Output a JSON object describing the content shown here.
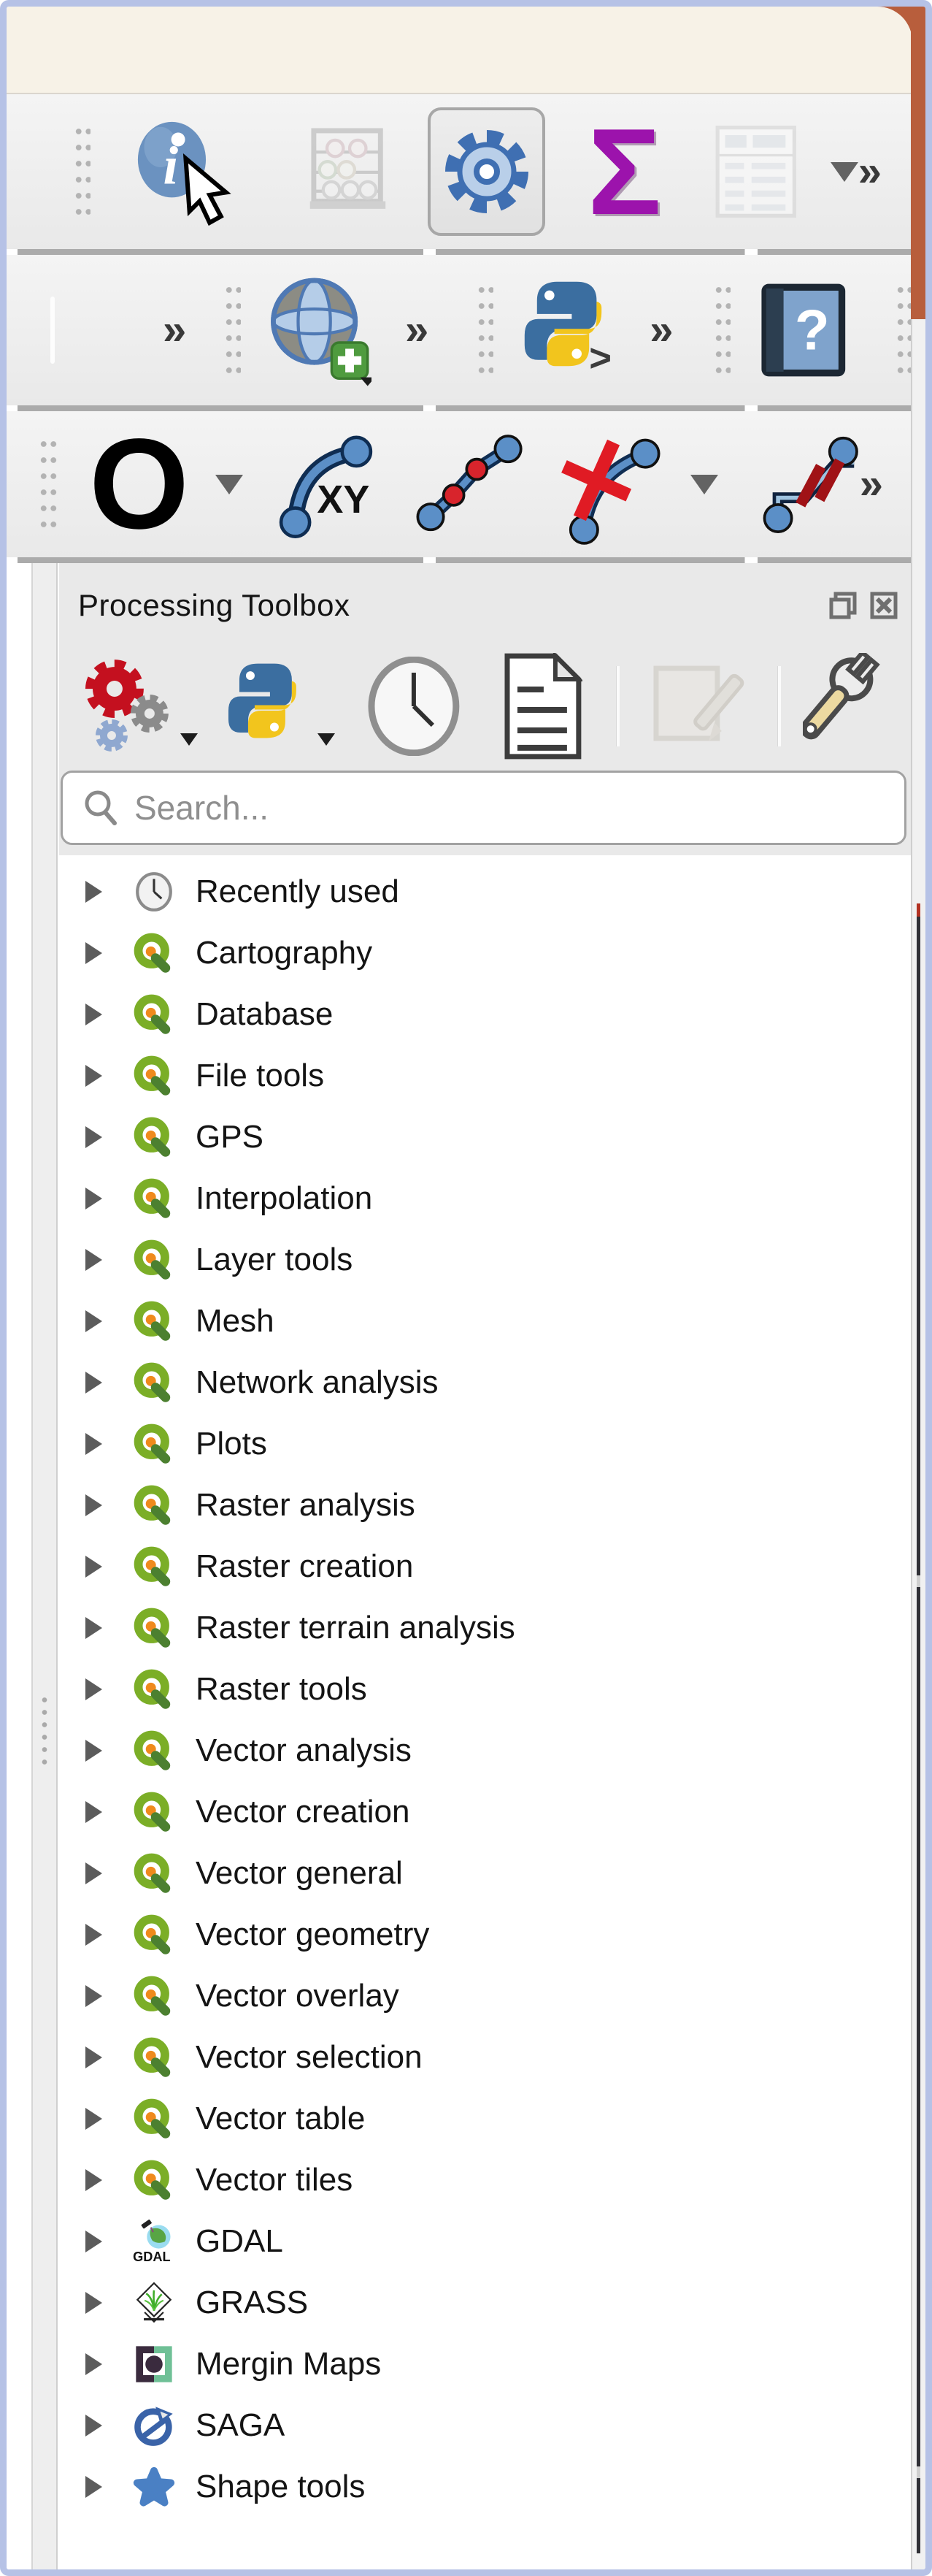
{
  "colors": {
    "frame_border": "#b6c2e6",
    "menubar_bg": "#f7f2e7",
    "toolbar_bg": "#eeeeee",
    "accent_orange": "#b85e3c",
    "qgis_green": "#7bae27",
    "qgis_orange": "#ef8a1d",
    "sigma_purple": "#9c13ac",
    "icon_blue": "#3f6fb2",
    "star_blue": "#4a80c4"
  },
  "toolbars": {
    "overflow_glyph": "»"
  },
  "icon_text": {
    "sigma": "Σ",
    "ellipse_o": "O",
    "xy": "XY",
    "help_qmark": "?",
    "python_prompt": ">",
    "gdal": "GDAL"
  },
  "panel": {
    "title": "Processing Toolbox",
    "search_placeholder": "Search...",
    "categories": [
      {
        "label": "Recently used",
        "icon": "clock"
      },
      {
        "label": "Cartography",
        "icon": "qgis"
      },
      {
        "label": "Database",
        "icon": "qgis"
      },
      {
        "label": "File tools",
        "icon": "qgis"
      },
      {
        "label": "GPS",
        "icon": "qgis"
      },
      {
        "label": "Interpolation",
        "icon": "qgis"
      },
      {
        "label": "Layer tools",
        "icon": "qgis"
      },
      {
        "label": "Mesh",
        "icon": "qgis"
      },
      {
        "label": "Network analysis",
        "icon": "qgis"
      },
      {
        "label": "Plots",
        "icon": "qgis"
      },
      {
        "label": "Raster analysis",
        "icon": "qgis"
      },
      {
        "label": "Raster creation",
        "icon": "qgis"
      },
      {
        "label": "Raster terrain analysis",
        "icon": "qgis"
      },
      {
        "label": "Raster tools",
        "icon": "qgis"
      },
      {
        "label": "Vector analysis",
        "icon": "qgis"
      },
      {
        "label": "Vector creation",
        "icon": "qgis"
      },
      {
        "label": "Vector general",
        "icon": "qgis"
      },
      {
        "label": "Vector geometry",
        "icon": "qgis"
      },
      {
        "label": "Vector overlay",
        "icon": "qgis"
      },
      {
        "label": "Vector selection",
        "icon": "qgis"
      },
      {
        "label": "Vector table",
        "icon": "qgis"
      },
      {
        "label": "Vector tiles",
        "icon": "qgis"
      },
      {
        "label": "GDAL",
        "icon": "gdal"
      },
      {
        "label": "GRASS",
        "icon": "grass"
      },
      {
        "label": "Mergin Maps",
        "icon": "mergin"
      },
      {
        "label": "SAGA",
        "icon": "saga"
      },
      {
        "label": "Shape tools",
        "icon": "star"
      }
    ]
  }
}
